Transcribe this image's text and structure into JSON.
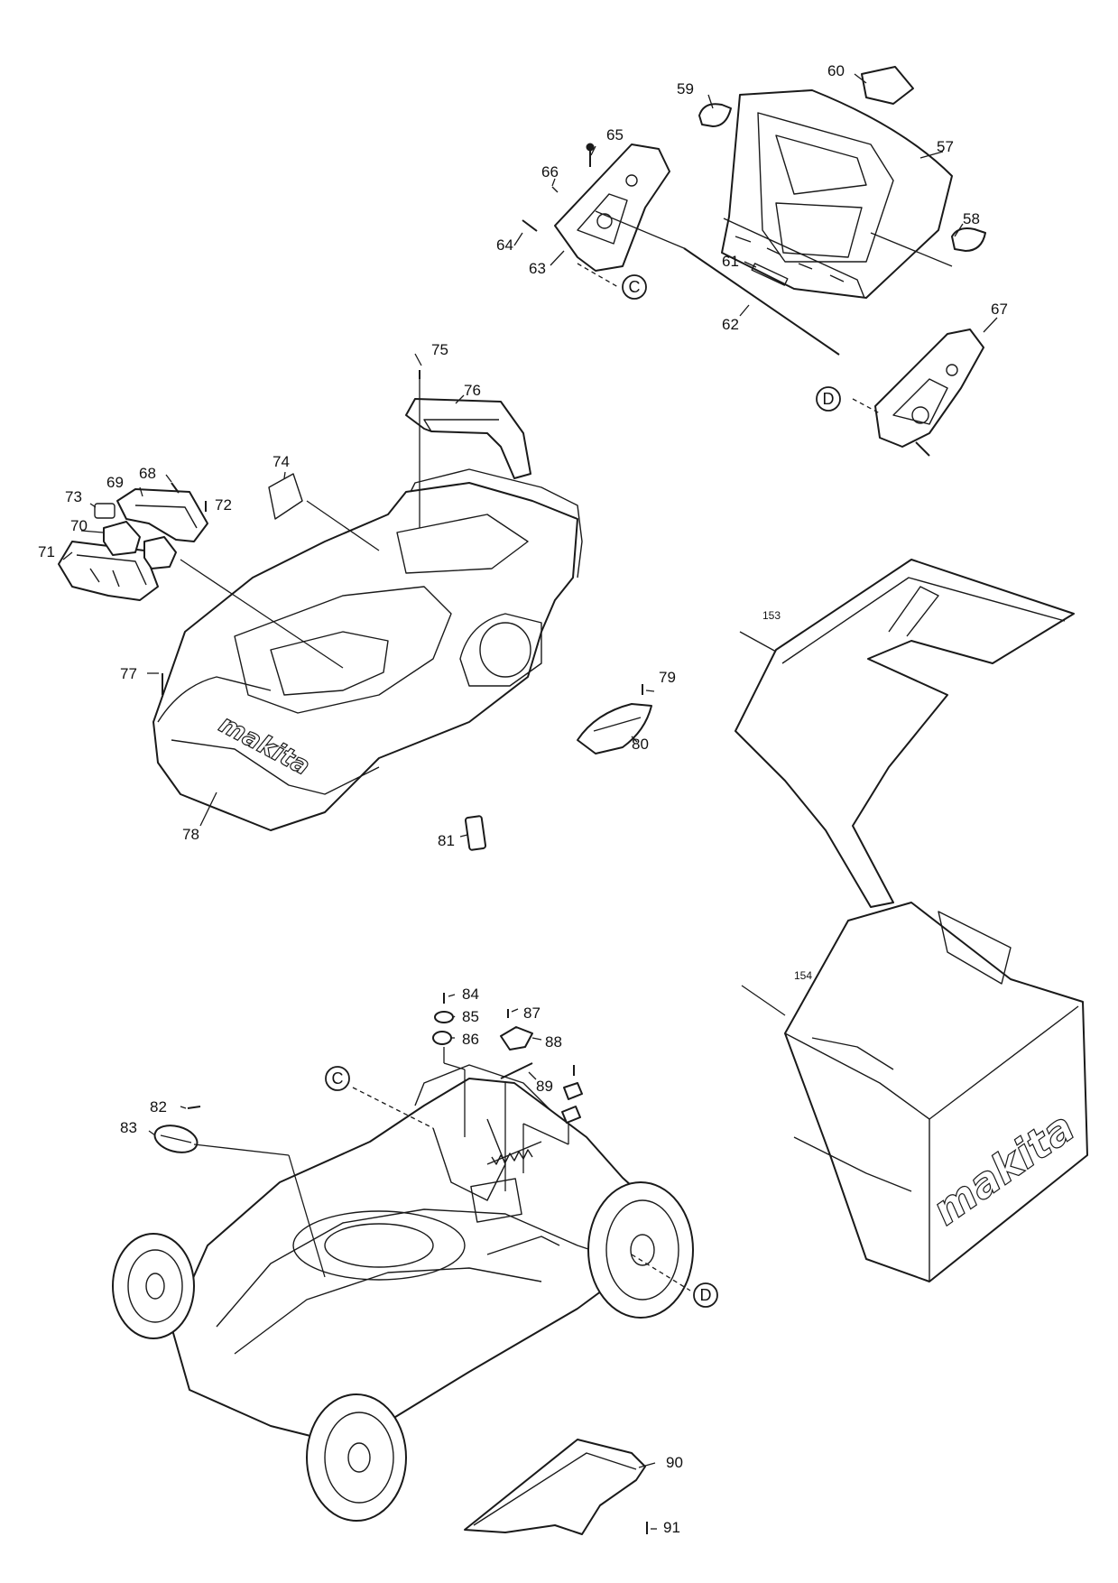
{
  "callouts": {
    "c57": "57",
    "c58": "58",
    "c59": "59",
    "c60": "60",
    "c61": "61",
    "c62": "62",
    "c63": "63",
    "c64": "64",
    "c65": "65",
    "c66": "66",
    "c67": "67",
    "c68": "68",
    "c69": "69",
    "c70": "70",
    "c71": "71",
    "c72": "72",
    "c73": "73",
    "c74": "74",
    "c75": "75",
    "c76": "76",
    "c77": "77",
    "c78": "78",
    "c79": "79",
    "c80": "80",
    "c81": "81",
    "c82": "82",
    "c83": "83",
    "c84": "84",
    "c85": "85",
    "c86": "86",
    "c87": "87",
    "c88": "88",
    "c89": "89",
    "c90": "90",
    "c91": "91",
    "c153": "153",
    "c154": "154"
  },
  "refs": {
    "c_top": "C",
    "d_top": "D",
    "c_bottom": "C",
    "d_bottom": "D"
  },
  "brand": {
    "cover": "makita",
    "bag": "makita"
  },
  "colors": {
    "line": "#1a1a1a",
    "background": "#ffffff"
  }
}
